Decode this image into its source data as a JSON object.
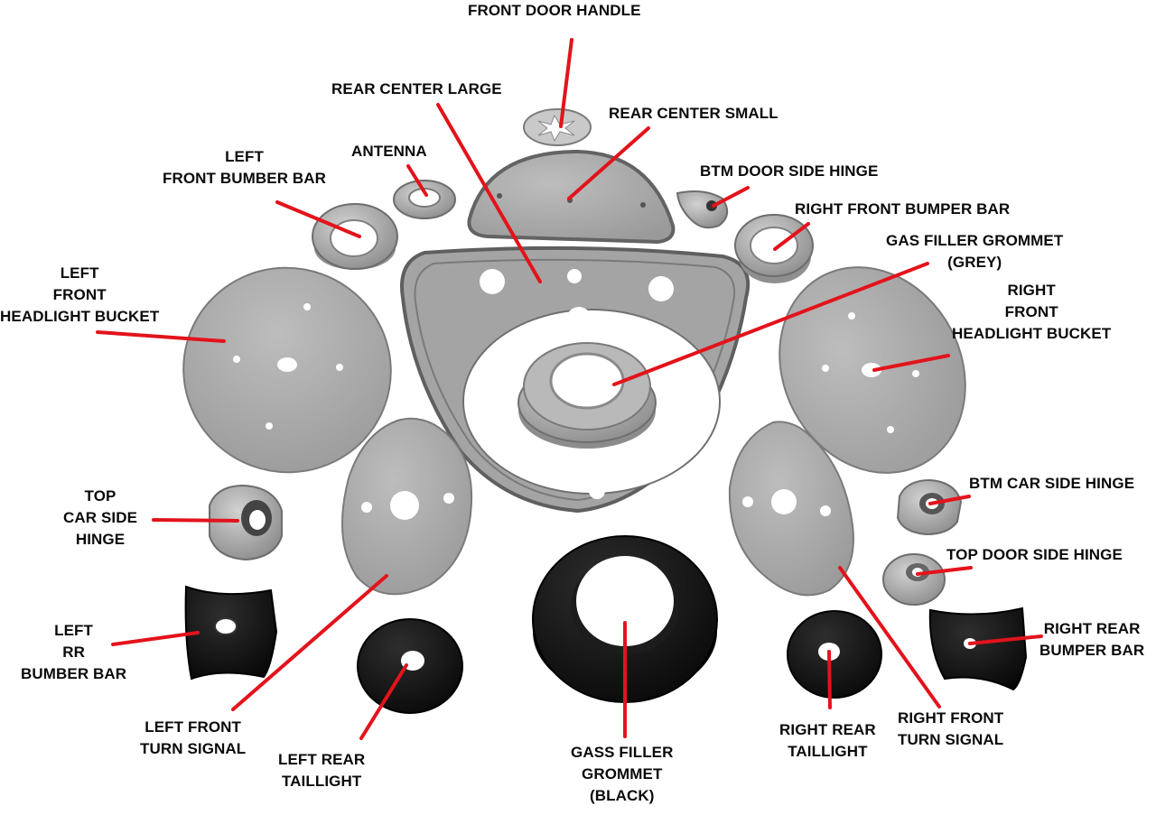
{
  "colors": {
    "gasket_grey": "#a9a9a9",
    "gasket_edge": "#5f5f5f",
    "rubber_black": "#141414",
    "leader_red": "#e3131b",
    "label_text": "#0a0a0a"
  },
  "labels": {
    "front_door_handle": "FRONT DOOR HANDLE",
    "rear_center_large": "REAR CENTER LARGE",
    "rear_center_small": "REAR CENTER SMALL",
    "antenna": "ANTENNA",
    "left_front_bumber_bar": "LEFT\nFRONT BUMBER BAR",
    "btm_door_side_hinge": "BTM DOOR SIDE HINGE",
    "right_front_bumper_bar": "RIGHT FRONT BUMPER BAR",
    "gas_filler_grommet_grey": "GAS FILLER GROMMET\n(GREY)",
    "left_front_headlight_bucket": "LEFT\nFRONT\nHEADLIGHT BUCKET",
    "right_front_headlight_bucket": "RIGHT\nFRONT\nHEADLIGHT BUCKET",
    "top_car_side_hinge": "TOP\nCAR SIDE\nHINGE",
    "btm_car_side_hinge": "BTM CAR SIDE HINGE",
    "top_door_side_hinge": "TOP DOOR SIDE HINGE",
    "left_rr_bumber_bar": "LEFT\nRR\nBUMBER BAR",
    "right_rear_bumper_bar": "RIGHT REAR\nBUMPER BAR",
    "left_front_turn_signal": "LEFT FRONT\nTURN SIGNAL",
    "left_rear_taillight": "LEFT REAR\nTAILLIGHT",
    "gass_filler_grommet_black": "GASS FILLER\nGROMMET\n(BLACK)",
    "right_rear_taillight": "RIGHT REAR\nTAILLIGHT",
    "right_front_turn_signal": "RIGHT FRONT\nTURN SIGNAL"
  }
}
